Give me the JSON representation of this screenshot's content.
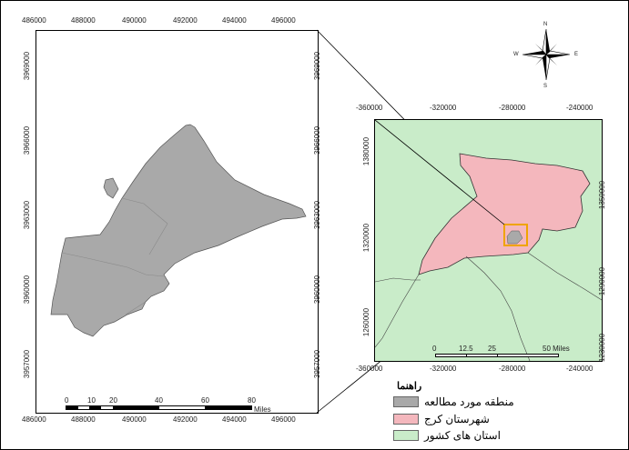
{
  "left_map": {
    "top_ticks": [
      "486000",
      "488000",
      "490000",
      "492000",
      "494000",
      "496000"
    ],
    "bottom_ticks": [
      "486000",
      "488000",
      "490000",
      "492000",
      "494000",
      "496000"
    ],
    "left_ticks": [
      "3969000",
      "3966000",
      "3963000",
      "3960000",
      "3957000"
    ],
    "right_ticks": [
      "3969000",
      "3966000",
      "3963000",
      "3960000",
      "3957000"
    ],
    "scalebar": {
      "labels": [
        "0",
        "10",
        "20",
        "40",
        "60",
        "80"
      ],
      "unit": "Miles"
    }
  },
  "right_map": {
    "top_ticks": [
      "-360000",
      "-320000",
      "-280000",
      "-240000"
    ],
    "bottom_ticks": [
      "-360000",
      "-320000",
      "-280000",
      "-240000"
    ],
    "left_ticks": [
      "1380000",
      "1320000",
      "1260000"
    ],
    "right_ticks": [
      "1350000",
      "1290000",
      "1230000"
    ],
    "scalebar": {
      "labels": [
        "0",
        "12.5",
        "25",
        "50 Miles"
      ]
    }
  },
  "north_arrow": {
    "n": "N",
    "s": "S",
    "e": "E",
    "w": "W"
  },
  "legend": {
    "title": "راهنما",
    "items": [
      {
        "label": "منطقه مورد مطالعه",
        "color": "#a9a9a9"
      },
      {
        "label": "شهرستان کرج",
        "color": "#f4b7bd"
      },
      {
        "label": "استان های کشور",
        "color": "#c9ecc9"
      }
    ]
  },
  "colors": {
    "study_area": "#a9a9a9",
    "karaj": "#f4b7bd",
    "provinces": "#c9ecc9",
    "highlight": "#f0a400"
  }
}
